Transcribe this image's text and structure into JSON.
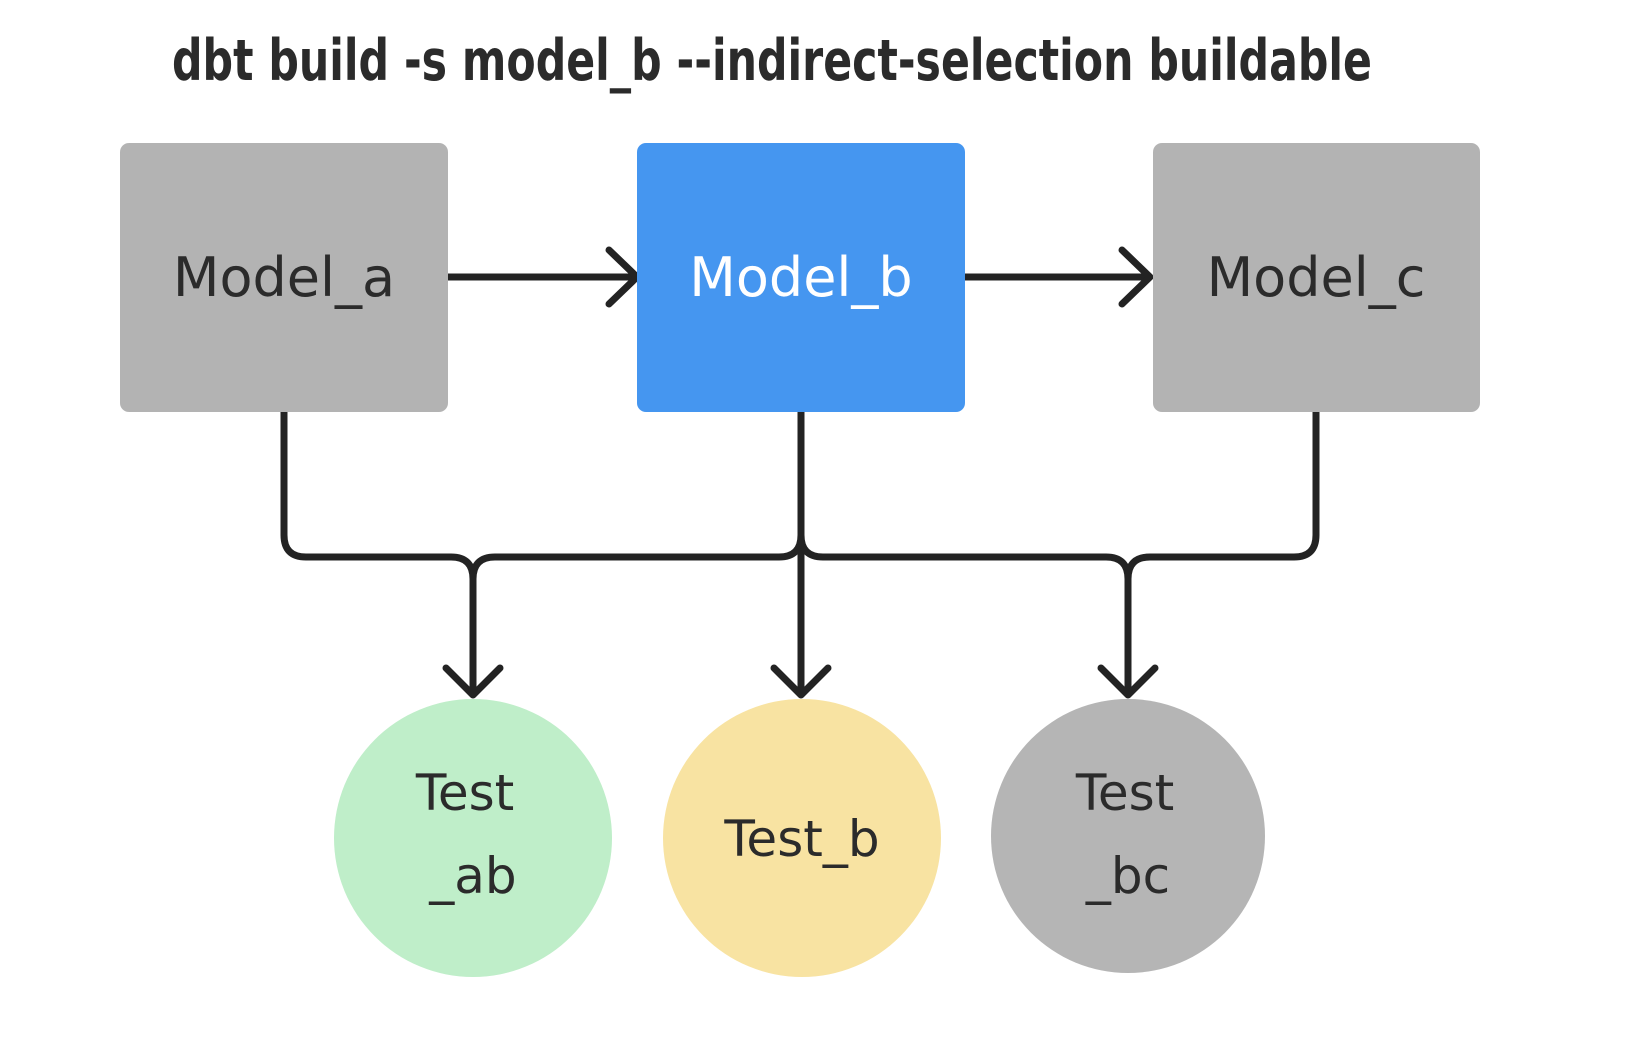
{
  "title": "dbt build -s model_b --indirect-selection buildable",
  "colors": {
    "edge": "#232323",
    "text_dark": "#2b2b2b",
    "background": "#ffffff"
  },
  "models": [
    {
      "label": "Model_a",
      "color": "#b3b3b3",
      "label_color": "#2b2b2b"
    },
    {
      "label": "Model_b",
      "color": "#4596f0",
      "label_color": "#ffffff"
    },
    {
      "label": "Model_c",
      "color": "#b3b3b3",
      "label_color": "#2b2b2b"
    }
  ],
  "tests": [
    {
      "lines": [
        "Test",
        "_ab"
      ],
      "color": "#bfeec9",
      "label_color": "#2b2b2b"
    },
    {
      "lines": [
        "Test_b"
      ],
      "color": "#f8e3a2",
      "label_color": "#2b2b2b"
    },
    {
      "lines": [
        "Test",
        "_bc"
      ],
      "color": "#b5b5b5",
      "label_color": "#2b2b2b"
    }
  ]
}
